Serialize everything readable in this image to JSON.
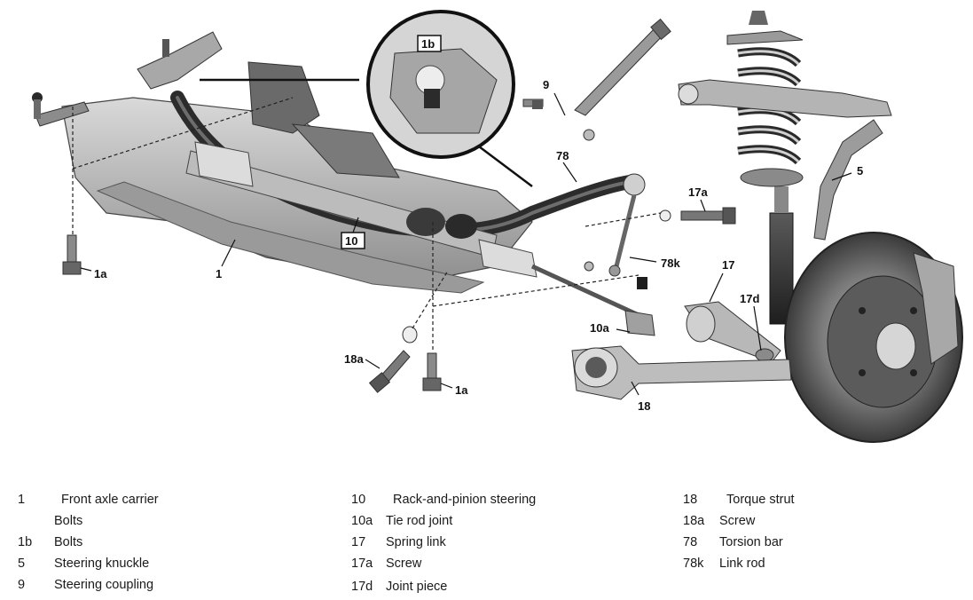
{
  "callouts": {
    "c1": "1",
    "c1a_left": "1a",
    "c1a_bottom": "1a",
    "c1b": "1b",
    "c5": "5",
    "c9": "9",
    "c10": "10",
    "c10a": "10a",
    "c17": "17",
    "c17a": "17a",
    "c17d": "17d",
    "c18": "18",
    "c18a": "18a",
    "c78": "78",
    "c78k": "78k"
  },
  "legend": {
    "col1": [
      {
        "num": "1",
        "text": "Front axle carrier"
      },
      {
        "num": "",
        "text": "Bolts"
      },
      {
        "num": "1b",
        "text": "Bolts"
      },
      {
        "num": "5",
        "text": "Steering knuckle"
      },
      {
        "num": "9",
        "text": "Steering coupling"
      }
    ],
    "col2": [
      {
        "num": "10",
        "text": "Rack-and-pinion steering"
      },
      {
        "num": "10a",
        "text": "Tie rod joint"
      },
      {
        "num": "17",
        "text": "Spring link"
      },
      {
        "num": "17a",
        "text": "Screw"
      },
      {
        "num": "17d",
        "text": "Joint piece"
      }
    ],
    "col3": [
      {
        "num": "18",
        "text": "Torque strut"
      },
      {
        "num": "18a",
        "text": "Screw"
      },
      {
        "num": "78",
        "text": "Torsion bar"
      },
      {
        "num": "78k",
        "text": "Link rod"
      }
    ]
  }
}
